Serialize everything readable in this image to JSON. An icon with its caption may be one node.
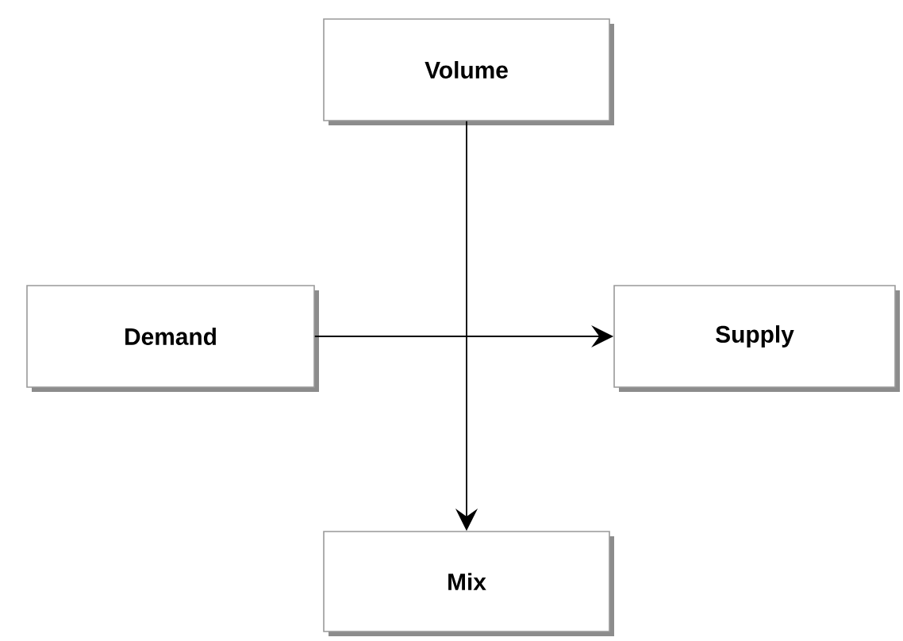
{
  "diagram": {
    "nodes": [
      {
        "text": [
          "Volume"
        ]
      },
      {
        "text": [
          "Demand"
        ]
      },
      {
        "text": [
          "Supply"
        ]
      },
      {
        "text": [
          "Mix"
        ]
      }
    ],
    "edges": [
      {
        "from": 0,
        "to": 3,
        "arrow": "to"
      },
      {
        "from": 1,
        "to": 2,
        "arrow": "to"
      }
    ]
  }
}
